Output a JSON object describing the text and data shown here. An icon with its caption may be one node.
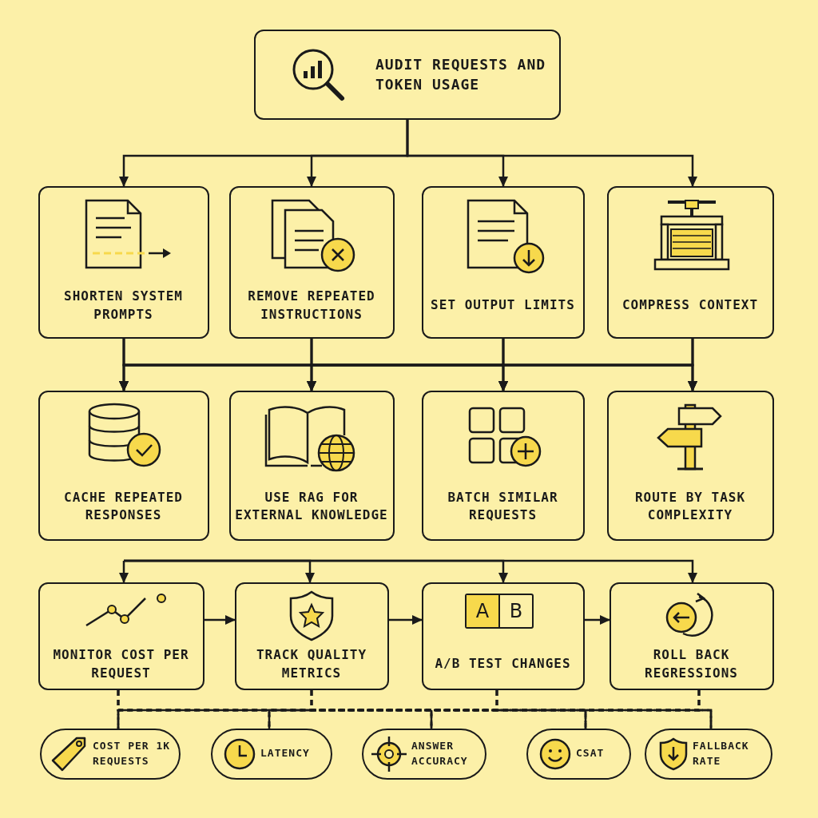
{
  "diagram": {
    "nodes": [
      {
        "text": [
          "AUDIT REQUESTS AND TOKEN USAGE"
        ]
      },
      {
        "text": [
          "SHORTEN SYSTEM PROMPTS"
        ]
      },
      {
        "text": [
          "REMOVE REPEATED INSTRUCTIONS"
        ]
      },
      {
        "text": [
          "SET OUTPUT LIMITS"
        ]
      },
      {
        "text": [
          "COMPRESS CONTEXT"
        ]
      },
      {
        "text": [
          "CACHE REPEATED RESPONSES"
        ]
      },
      {
        "text": [
          "USE RAG FOR EXTERNAL KNOWLEDGE"
        ]
      },
      {
        "text": [
          "BATCH SIMILAR REQUESTS"
        ]
      },
      {
        "text": [
          "ROUTE BY TASK COMPLEXITY"
        ]
      },
      {
        "text": [
          "MONITOR COST PER REQUEST"
        ]
      },
      {
        "text": [
          "TRACK QUALITY METRICS"
        ]
      },
      {
        "text": [
          "A/B TEST CHANGES"
        ]
      },
      {
        "text": [
          "ROLL BACK REGRESSIONS"
        ]
      },
      {
        "text": [
          "COST PER 1K REQUESTS"
        ]
      },
      {
        "text": [
          "LATENCY"
        ]
      },
      {
        "text": [
          "ANSWER ACCURACY"
        ]
      },
      {
        "text": [
          "CSAT"
        ]
      },
      {
        "text": [
          "FALLBACK RATE"
        ]
      }
    ],
    "edges": [
      {
        "from": 0,
        "to": 1,
        "arrow": "to"
      },
      {
        "from": 0,
        "to": 2,
        "arrow": "to"
      },
      {
        "from": 0,
        "to": 3,
        "arrow": "to"
      },
      {
        "from": 0,
        "to": 4,
        "arrow": "to"
      },
      {
        "from": 1,
        "to": 5,
        "arrow": "to"
      },
      {
        "from": 1,
        "to": 6,
        "arrow": "to"
      },
      {
        "from": 1,
        "to": 7,
        "arrow": "to"
      },
      {
        "from": 1,
        "to": 8,
        "arrow": "to"
      },
      {
        "from": 2,
        "to": 5,
        "arrow": "to"
      },
      {
        "from": 2,
        "to": 6,
        "arrow": "to"
      },
      {
        "from": 2,
        "to": 7,
        "arrow": "to"
      },
      {
        "from": 2,
        "to": 8,
        "arrow": "to"
      },
      {
        "from": 3,
        "to": 5,
        "arrow": "to"
      },
      {
        "from": 3,
        "to": 6,
        "arrow": "to"
      },
      {
        "from": 3,
        "to": 7,
        "arrow": "to"
      },
      {
        "from": 3,
        "to": 8,
        "arrow": "to"
      },
      {
        "from": 4,
        "to": 5,
        "arrow": "to"
      },
      {
        "from": 4,
        "to": 6,
        "arrow": "to"
      },
      {
        "from": 4,
        "to": 7,
        "arrow": "to"
      },
      {
        "from": 4,
        "to": 8,
        "arrow": "to"
      },
      {
        "from": null,
        "to": 9,
        "arrow": "to"
      },
      {
        "from": null,
        "to": 10,
        "arrow": "to"
      },
      {
        "from": null,
        "to": 11,
        "arrow": "to"
      },
      {
        "from": null,
        "to": 12,
        "arrow": "to"
      },
      {
        "from": 9,
        "to": 10,
        "arrow": "to"
      },
      {
        "from": 10,
        "to": 11,
        "arrow": "to"
      },
      {
        "from": 11,
        "to": 12,
        "arrow": "to"
      },
      {
        "from": 9,
        "to": 13,
        "arrow": "none",
        "style": "dashed"
      },
      {
        "from": 9,
        "to": 14,
        "arrow": "none",
        "style": "dashed"
      },
      {
        "from": 9,
        "to": 15,
        "arrow": "none",
        "style": "dashed"
      },
      {
        "from": 9,
        "to": 16,
        "arrow": "none",
        "style": "dashed"
      },
      {
        "from": 9,
        "to": 17,
        "arrow": "none",
        "style": "dashed"
      },
      {
        "from": 10,
        "to": 13,
        "arrow": "none",
        "style": "dashed"
      },
      {
        "from": 10,
        "to": 14,
        "arrow": "none",
        "style": "dashed"
      },
      {
        "from": 10,
        "to": 15,
        "arrow": "none",
        "style": "dashed"
      },
      {
        "from": 10,
        "to": 16,
        "arrow": "none",
        "style": "dashed"
      },
      {
        "from": 10,
        "to": 17,
        "arrow": "none",
        "style": "dashed"
      },
      {
        "from": 11,
        "to": 13,
        "arrow": "none",
        "style": "dashed"
      },
      {
        "from": 11,
        "to": 14,
        "arrow": "none",
        "style": "dashed"
      },
      {
        "from": 11,
        "to": 15,
        "arrow": "none",
        "style": "dashed"
      },
      {
        "from": 11,
        "to": 16,
        "arrow": "none",
        "style": "dashed"
      },
      {
        "from": 11,
        "to": 17,
        "arrow": "none",
        "style": "dashed"
      },
      {
        "from": 12,
        "to": 13,
        "arrow": "none",
        "style": "dashed"
      },
      {
        "from": 12,
        "to": 14,
        "arrow": "none",
        "style": "dashed"
      },
      {
        "from": 12,
        "to": 15,
        "arrow": "none",
        "style": "dashed"
      },
      {
        "from": 12,
        "to": 16,
        "arrow": "none",
        "style": "dashed"
      },
      {
        "from": 12,
        "to": 17,
        "arrow": "none",
        "style": "dashed"
      }
    ],
    "labels": [
      "A",
      "B"
    ]
  }
}
